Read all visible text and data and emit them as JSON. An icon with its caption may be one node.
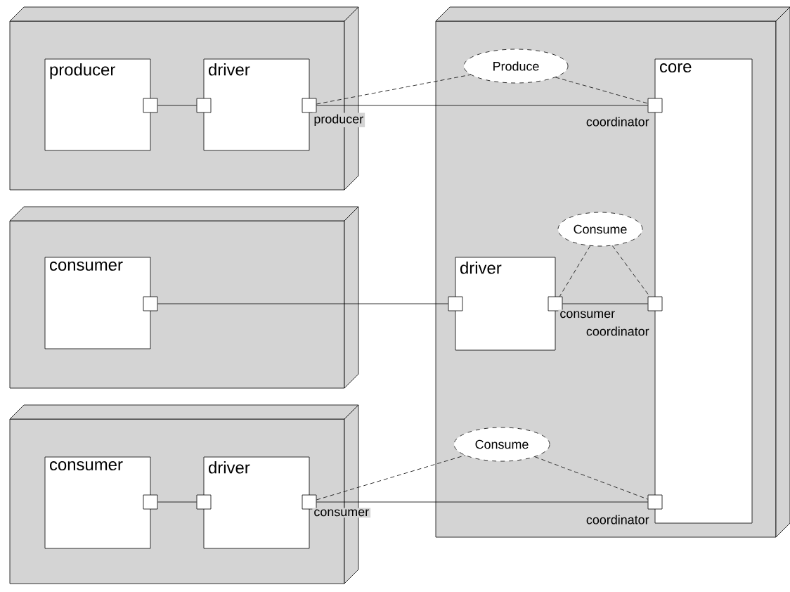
{
  "diagram": {
    "nodes": [
      {
        "text": [],
        "shape": "box"
      },
      {
        "text": [
          "producer"
        ],
        "in": 0
      },
      {
        "text": [
          "driver"
        ],
        "in": 0
      },
      {
        "text": [],
        "shape": "box"
      },
      {
        "text": [
          "core"
        ],
        "in": 3
      },
      {
        "text": [],
        "shape": "box"
      },
      {
        "text": [
          "consumer"
        ],
        "in": 5
      },
      {
        "text": [
          "driver"
        ],
        "in": 3
      },
      {
        "text": [],
        "shape": "box"
      },
      {
        "text": [
          "consumer"
        ],
        "in": 8
      },
      {
        "text": [
          "driver"
        ],
        "in": 8
      },
      {
        "text": [
          "Produce"
        ],
        "in": 3
      },
      {
        "text": [
          "Consume"
        ],
        "in": 3
      },
      {
        "text": [
          "Consume"
        ],
        "in": 3
      },
      {
        "text": [],
        "shape": "box",
        "in": 0
      },
      {
        "text": [],
        "shape": "box",
        "in": 0
      },
      {
        "text": [],
        "shape": "box",
        "in": 0,
        "beside": [
          "producer"
        ]
      },
      {
        "text": [],
        "shape": "box",
        "in": 3,
        "beside": [
          "coordinator"
        ]
      },
      {
        "text": [],
        "shape": "box",
        "in": 5
      },
      {
        "text": [],
        "shape": "box",
        "in": 3
      },
      {
        "text": [],
        "shape": "box",
        "in": 3,
        "beside": [
          "consumer"
        ]
      },
      {
        "text": [],
        "shape": "box",
        "in": 3
      },
      {
        "text": [],
        "shape": "box",
        "in": 8
      },
      {
        "text": [],
        "shape": "box",
        "in": 8
      },
      {
        "text": [],
        "shape": "box",
        "in": 8,
        "beside": [
          "consumer"
        ]
      },
      {
        "text": [],
        "shape": "box",
        "in": 3,
        "beside": [
          "coordinator"
        ]
      }
    ],
    "labels": [
      "coordinator"
    ],
    "edges": [
      {
        "from": 14,
        "to": 15,
        "arrow": "none"
      },
      {
        "from": 16,
        "to": 17,
        "arrow": "none"
      },
      {
        "from": 16,
        "to": 11,
        "arrow": "none",
        "style": "dashed"
      },
      {
        "from": 11,
        "to": 17,
        "arrow": "none",
        "style": "dashed"
      },
      {
        "from": 18,
        "to": 19,
        "arrow": "none"
      },
      {
        "from": 20,
        "to": 21,
        "arrow": "none"
      },
      {
        "from": 12,
        "to": 20,
        "arrow": "none",
        "style": "dashed"
      },
      {
        "from": 12,
        "to": 21,
        "arrow": "none",
        "style": "dashed"
      },
      {
        "from": 22,
        "to": 23,
        "arrow": "none"
      },
      {
        "from": 24,
        "to": 25,
        "arrow": "none"
      },
      {
        "from": 24,
        "to": 13,
        "arrow": "none",
        "style": "dashed"
      },
      {
        "from": 13,
        "to": 25,
        "arrow": "none",
        "style": "dashed"
      }
    ]
  }
}
